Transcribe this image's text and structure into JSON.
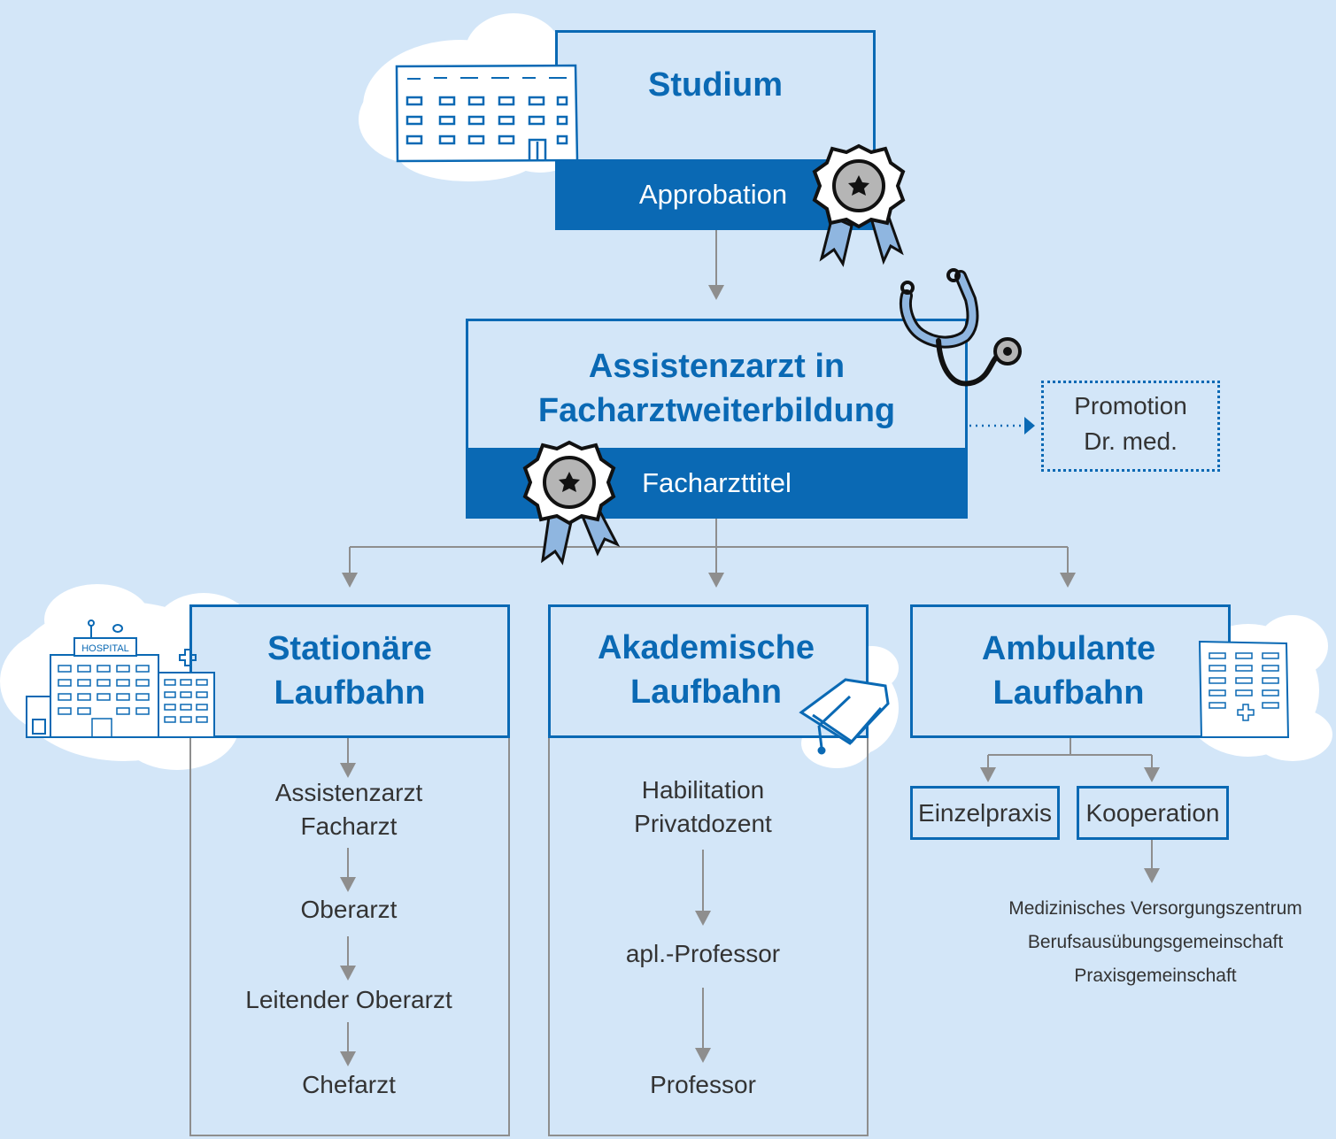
{
  "studium": {
    "title": "Studium",
    "bar": "Approbation"
  },
  "assistenz": {
    "title_line1": "Assistenzarzt in",
    "title_line2": "Facharztweiterbildung",
    "bar": "Facharzttitel"
  },
  "promotion": {
    "line1": "Promotion",
    "line2": "Dr. med."
  },
  "stationaer": {
    "title_line1": "Stationäre",
    "title_line2": "Laufbahn",
    "steps": [
      "Assistenzarzt",
      "Facharzt",
      "Oberarzt",
      "Leitender Oberarzt",
      "Chefarzt"
    ]
  },
  "akademisch": {
    "title_line1": "Akademische",
    "title_line2": "Laufbahn",
    "steps": [
      "Habilitation",
      "Privatdozent",
      "apl.-Professor",
      "Professor"
    ]
  },
  "ambulant": {
    "title_line1": "Ambulante",
    "title_line2": "Laufbahn",
    "option1": "Einzelpraxis",
    "option2": "Kooperation",
    "forms": [
      "Medizinisches Versorgungszentrum",
      "Berufsausübungsgemeinschaft",
      "Praxisgemeinschaft"
    ]
  },
  "icons": {
    "university": "university-building-icon",
    "medal": "award-rosette-icon",
    "stethoscope": "stethoscope-icon",
    "hospital": "hospital-building-icon",
    "hospital_sign": "HOSPITAL",
    "mortarboard": "graduation-cap-icon",
    "clinic": "clinic-building-icon"
  },
  "colors": {
    "accent": "#0a69b4",
    "background": "#d3e6f8",
    "connector": "#8e8e8e",
    "light_blue": "#8fb6e0"
  }
}
